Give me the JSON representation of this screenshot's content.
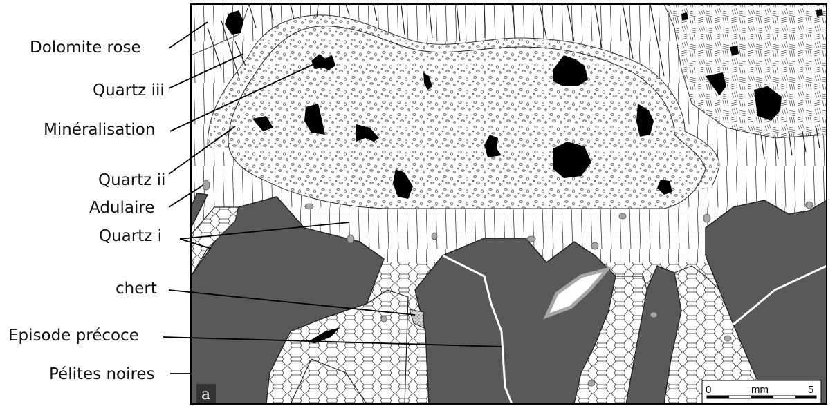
{
  "labels": {
    "dolomite_rose": "Dolomite rose",
    "quartz_iii": "Quartz iii",
    "mineralisation": "Minéralisation",
    "quartz_ii": "Quartz ii",
    "adulaire": "Adulaire",
    "quartz_i": "Quartz i",
    "chert": "chert",
    "episode_precoce": "Episode précoce",
    "pelites_noires": "Pélites noires"
  },
  "panel_letter": "a",
  "scale_bar": {
    "min_label": "0",
    "unit_label": "mm",
    "max_label": "5"
  },
  "colors": {
    "pelites": "#595959",
    "mineralisation": "#000000",
    "adulaire": "#a6a6a6",
    "background": "#ffffff"
  }
}
